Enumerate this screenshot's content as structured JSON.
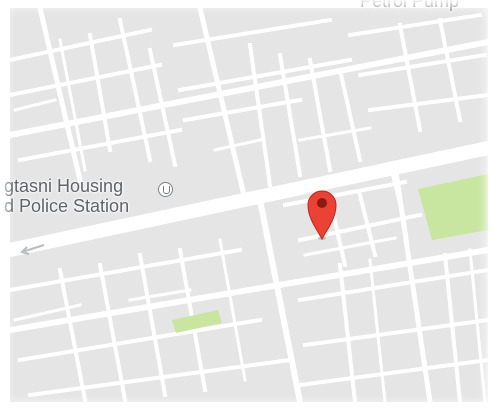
{
  "map": {
    "labels": {
      "top": "Petrol Pump",
      "poi_line1": "gtasni Housing",
      "poi_line2": "d Police Station"
    },
    "icons": {
      "pin": "map-marker-icon",
      "poi": "police-station-icon",
      "direction": "one-way-arrow-icon"
    },
    "colors": {
      "block": "#e5e5e5",
      "street": "#ffffff",
      "park": "#c8e6a0",
      "label": "#5f6368",
      "pin": "#ea4335",
      "pin_dark": "#a52714"
    }
  }
}
